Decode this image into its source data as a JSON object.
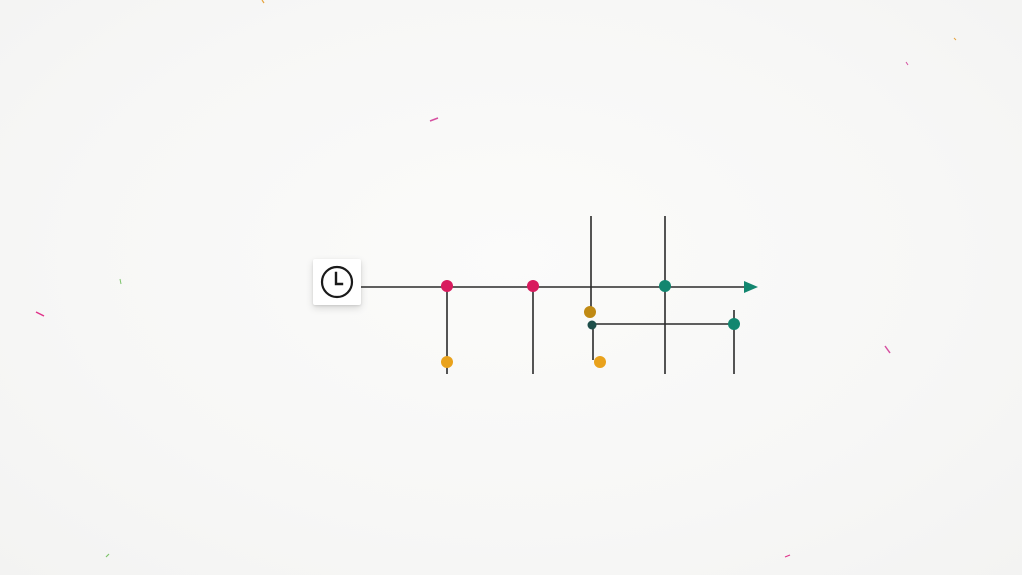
{
  "diagram": {
    "start_icon": "clock-icon",
    "end_marker": "arrow-head-icon",
    "colors": {
      "background": "#f8f8f7",
      "line": "#2b2b2b",
      "magenta": "#d81b5e",
      "teal": "#12866f",
      "amber": "#e9a21c",
      "olive_amber": "#c08a14",
      "dark_teal": "#1e4e4a"
    },
    "nodes": [
      {
        "id": "main-node-1",
        "color_key": "magenta"
      },
      {
        "id": "main-node-2",
        "color_key": "magenta"
      },
      {
        "id": "main-node-3",
        "color_key": "teal"
      },
      {
        "id": "branch-1-end-node",
        "color_key": "amber"
      },
      {
        "id": "branch-3-upper-node",
        "color_key": "olive_amber"
      },
      {
        "id": "sub-line-start-node",
        "color_key": "dark_teal"
      },
      {
        "id": "sub-line-end-node",
        "color_key": "teal"
      },
      {
        "id": "branch-3-end-node",
        "color_key": "amber"
      }
    ],
    "confetti_colors": [
      "#e0338a",
      "#d64fa0",
      "#e6a23c",
      "#7cc36a"
    ]
  }
}
